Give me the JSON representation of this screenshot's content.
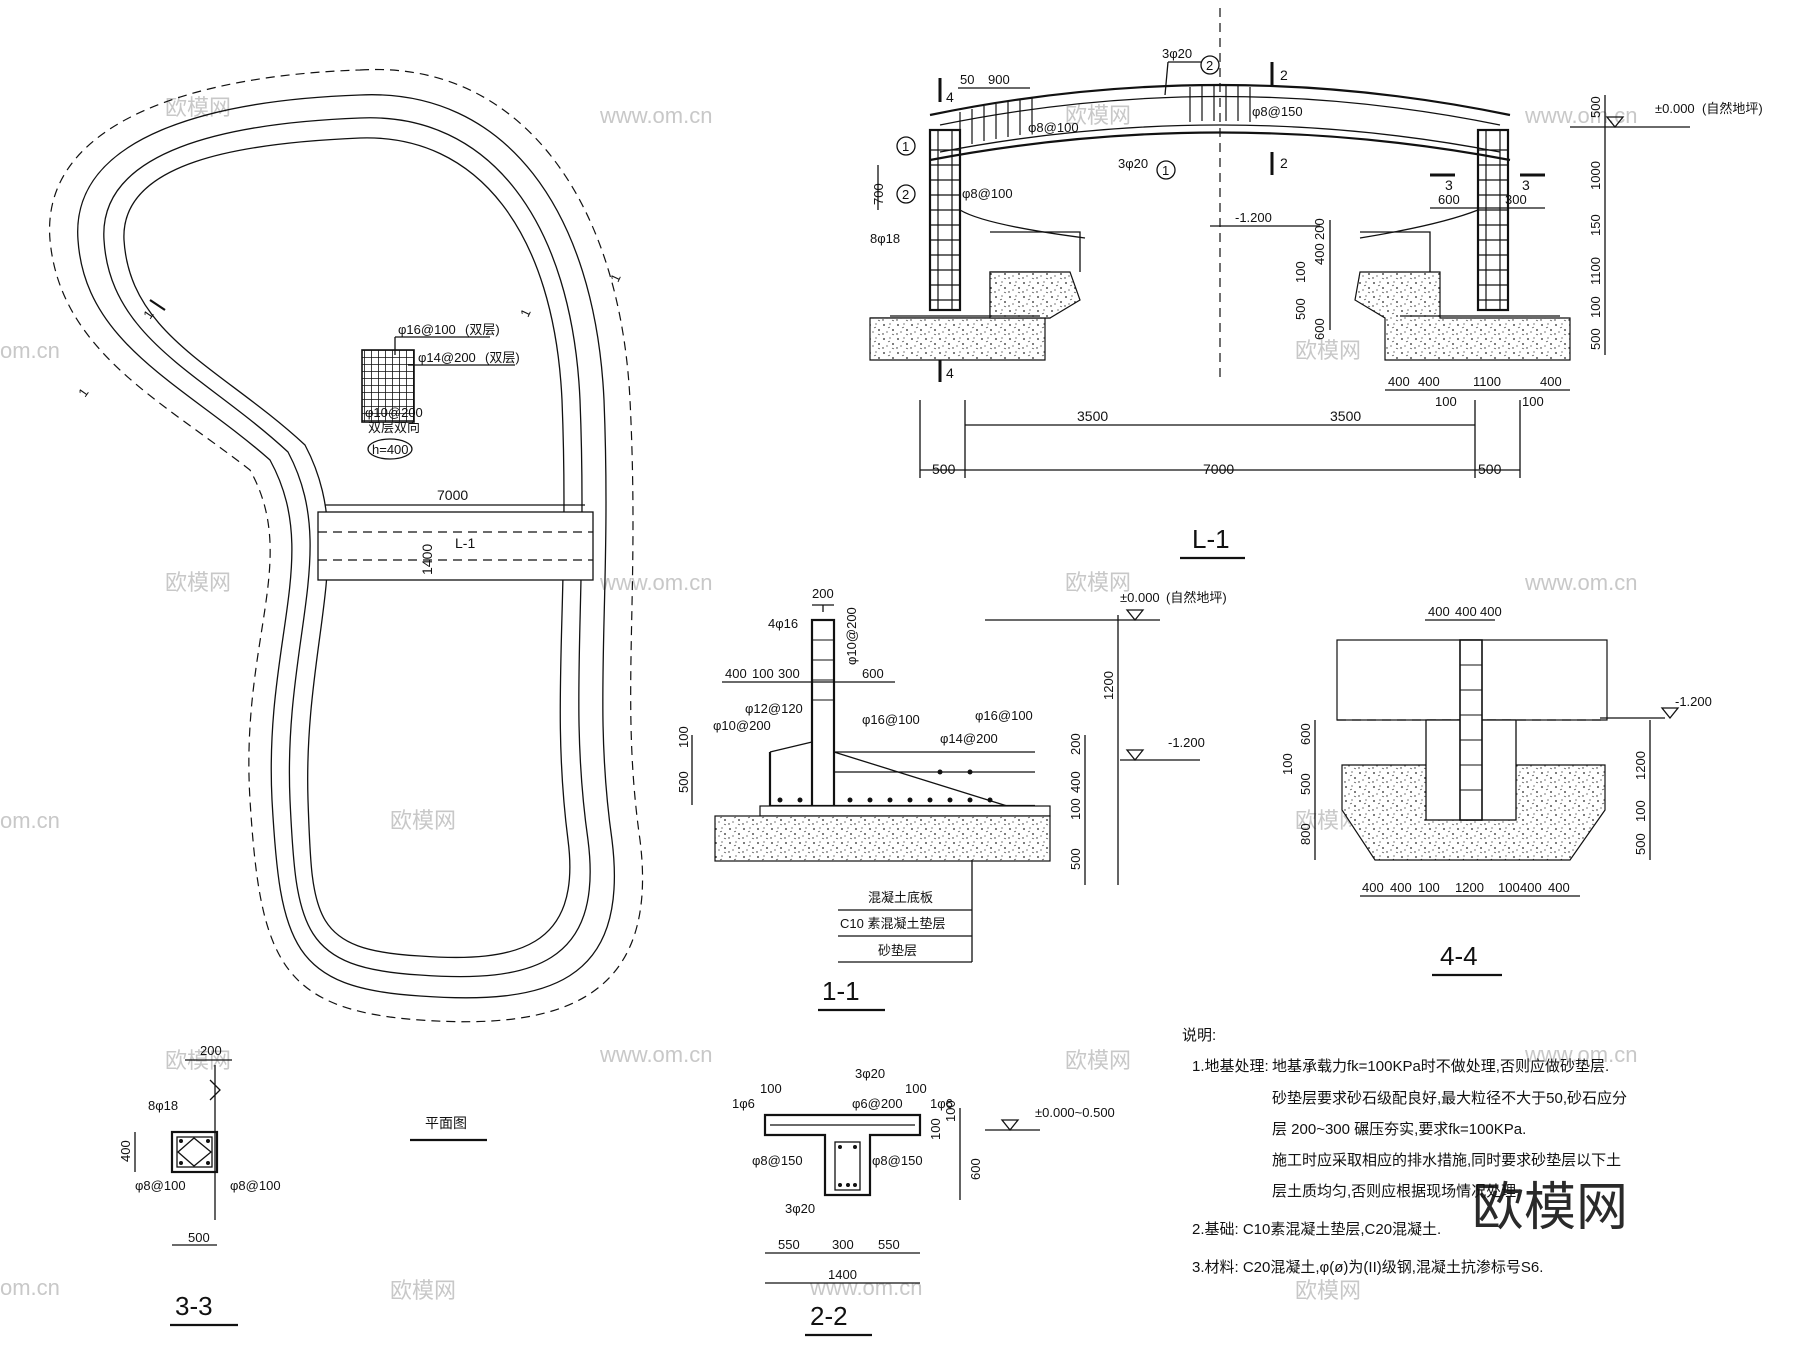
{
  "titles": {
    "plan": "平面图",
    "l1": "L-1",
    "s11": "1-1",
    "s22": "2-2",
    "s33": "3-3",
    "s44": "4-4"
  },
  "plan": {
    "bar1": "φ16@100",
    "bar1_note": "(双层)",
    "bar2": "φ14@200",
    "bar2_note": "(双层)",
    "bar3": "φ10@200",
    "bar3_note": "双层双向",
    "thickness": "h=400",
    "span": "7000",
    "width": "1400",
    "beam_label": "L-1",
    "cut1": "1",
    "cut1b": "1",
    "cut2": "1",
    "cut3": "1"
  },
  "l1": {
    "top_dim_a": "50",
    "top_dim_b": "900",
    "top_bar": "3φ20",
    "top_bar_id": "2",
    "stirrup_a": "φ8@100",
    "stirrup_b": "φ8@150",
    "bot_bar": "3φ20",
    "bot_bar_id": "1",
    "id1": "1",
    "id2": "2",
    "col_bar": "8φ18",
    "col_stirrup": "φ8@100",
    "dim_700": "700",
    "cut4": "4",
    "cut4b": "4",
    "cut2": "2",
    "cut2b": "2",
    "cut3": "3",
    "cut3b": "3",
    "level_top": "±0.000",
    "level_top_note": "(自然地坪)",
    "level_mid": "-1.200",
    "dim_600": "600",
    "dim_300": "300",
    "vdims_right": [
      "500",
      "1000",
      "150",
      "1100",
      "100",
      "500"
    ],
    "vdims_left": [
      "200",
      "400",
      "100",
      "500",
      "600"
    ],
    "bottom_right": [
      "400",
      "400",
      "1100",
      "400"
    ],
    "bottom_right_2": [
      "100",
      "100"
    ],
    "span_half_a": "3500",
    "span_half_b": "3500",
    "span_total": "7000",
    "end_left": "500",
    "end_right": "500"
  },
  "s11": {
    "dim_200": "200",
    "top_bar": "4φ16",
    "stirrup": "φ10@200",
    "dims_top": [
      "400",
      "100",
      "300"
    ],
    "dim_600": "600",
    "bar_a": "φ12@120",
    "bar_b": "φ10@200",
    "bar_c": "φ16@100",
    "bar_d": "φ16@100",
    "bar_e": "φ14@200",
    "vdims": [
      "100",
      "500"
    ],
    "legend": [
      "混凝土底板",
      "C10 素混凝土垫层",
      "砂垫层"
    ]
  },
  "mid": {
    "level_top": "±0.000",
    "level_top_note": "(自然地坪)",
    "level_mid": "-1.200",
    "vdims": [
      "1200",
      "200",
      "400",
      "100",
      "500"
    ]
  },
  "s44": {
    "top_dims": [
      "400",
      "400",
      "400"
    ],
    "level": "-1.200",
    "vdims_left": [
      "600",
      "100",
      "500",
      "800"
    ],
    "vdims_right": [
      "1200",
      "100",
      "500"
    ],
    "bottom_dims": [
      "400",
      "400",
      "100",
      "1200",
      "100",
      "400",
      "400"
    ]
  },
  "s33": {
    "dim_200": "200",
    "bar": "8φ18",
    "dim_400": "400",
    "stirrup_l": "φ8@100",
    "stirrup_r": "φ8@100",
    "dim_500": "500"
  },
  "s22": {
    "top_bar": "3φ20",
    "dim_100a": "100",
    "dim_100b": "100",
    "bar_a": "1φ6",
    "bar_b": "φ6@200",
    "bar_c": "1φ6",
    "stirrup_l": "φ8@150",
    "stirrup_r": "φ8@150",
    "bot_bar": "3φ20",
    "level": "±0.000~0.500",
    "vdims": [
      "100",
      "100",
      "600"
    ],
    "bottom_dims": [
      "550",
      "300",
      "550"
    ],
    "total": "1400"
  },
  "notes": {
    "heading": "说明:",
    "n1_label": "1.地基处理:",
    "n1_l1": "地基承载力fk=100KPa时不做处理,否则应做砂垫层.",
    "n1_l2": "砂垫层要求砂石级配良好,最大粒径不大于50,砂石应分",
    "n1_l3": "层 200~300  碾压夯实,要求fk=100KPa.",
    "n1_l4": "施工时应采取相应的排水措施,同时要求砂垫层以下土",
    "n1_l5": "层土质均匀,否则应根据现场情况处理.",
    "n2": "2.基础: C10素混凝土垫层,C20混凝土.",
    "n3": "3.材料: C20混凝土,φ(ø)为(II)级钢,混凝土抗渗标号S6."
  },
  "watermark": {
    "logo": "欧模网",
    "url": "www.om.cn",
    "url_short": "om.cn"
  }
}
